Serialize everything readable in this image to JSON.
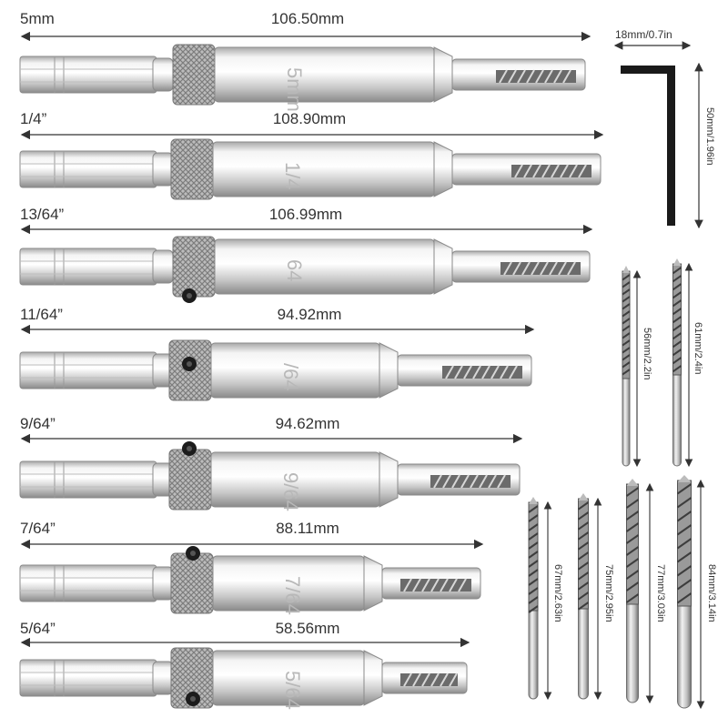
{
  "bits": [
    {
      "size": "5mm",
      "length": "106.50mm",
      "engraving": "5mm"
    },
    {
      "size": "1/4”",
      "length": "108.90mm",
      "engraving": "1/4"
    },
    {
      "size": "13/64”",
      "length": "106.99mm",
      "engraving": "64"
    },
    {
      "size": "11/64”",
      "length": "94.92mm",
      "engraving": "/64"
    },
    {
      "size": "9/64”",
      "length": "94.62mm",
      "engraving": "9/64"
    },
    {
      "size": "7/64”",
      "length": "88.11mm",
      "engraving": "7/64"
    },
    {
      "size": "5/64”",
      "length": "58.56mm",
      "engraving": "5/64"
    }
  ],
  "hex_key": {
    "width_label": "18mm/0.7in",
    "height_label": "50mm/1.96in"
  },
  "drills": [
    {
      "label": "56mm/2.2in"
    },
    {
      "label": "61mm/2.4in"
    },
    {
      "label": "67mm/2.63in"
    },
    {
      "label": "75mm/2.95in"
    },
    {
      "label": "77mm/3.03in"
    },
    {
      "label": "84mm/3.14in"
    }
  ],
  "colors": {
    "background": "#ffffff",
    "steel_light": "#f2f2f2",
    "steel_mid": "#c9c9c9",
    "steel_dark": "#8c8c8c",
    "key": "#1a1a1a",
    "text": "#333333"
  }
}
